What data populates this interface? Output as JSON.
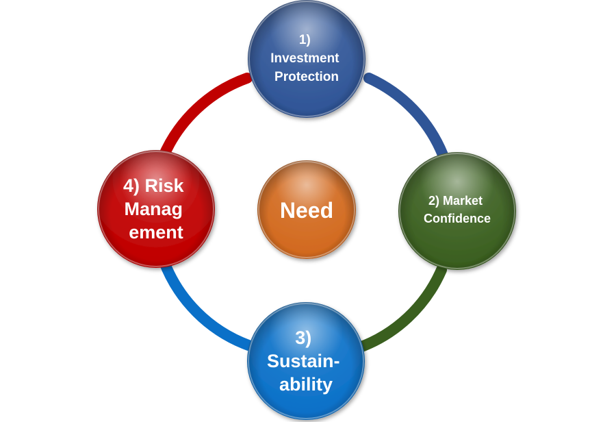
{
  "center": {
    "label": "Need",
    "color": "#D2691E"
  },
  "nodes": [
    {
      "number": "1)",
      "lines": [
        "1)",
        "Investment",
        "Protection"
      ],
      "color": "#2F5597"
    },
    {
      "number": "2)",
      "lines": [
        "2) Market",
        "Confidence"
      ],
      "color": "#3A5F1F"
    },
    {
      "number": "3)",
      "lines": [
        "3)",
        "Sustain-",
        "ability"
      ],
      "color": "#0A70C8"
    },
    {
      "number": "4)",
      "lines": [
        "4) Risk",
        "Manag",
        "ement"
      ],
      "color": "#C00000"
    }
  ],
  "arcs": [
    {
      "from": "1)",
      "to": "2)",
      "color": "#2F5597"
    },
    {
      "from": "2)",
      "to": "3)",
      "color": "#3A5F1F"
    },
    {
      "from": "3)",
      "to": "4)",
      "color": "#0A70C8"
    },
    {
      "from": "4)",
      "to": "1)",
      "color": "#C00000"
    }
  ]
}
